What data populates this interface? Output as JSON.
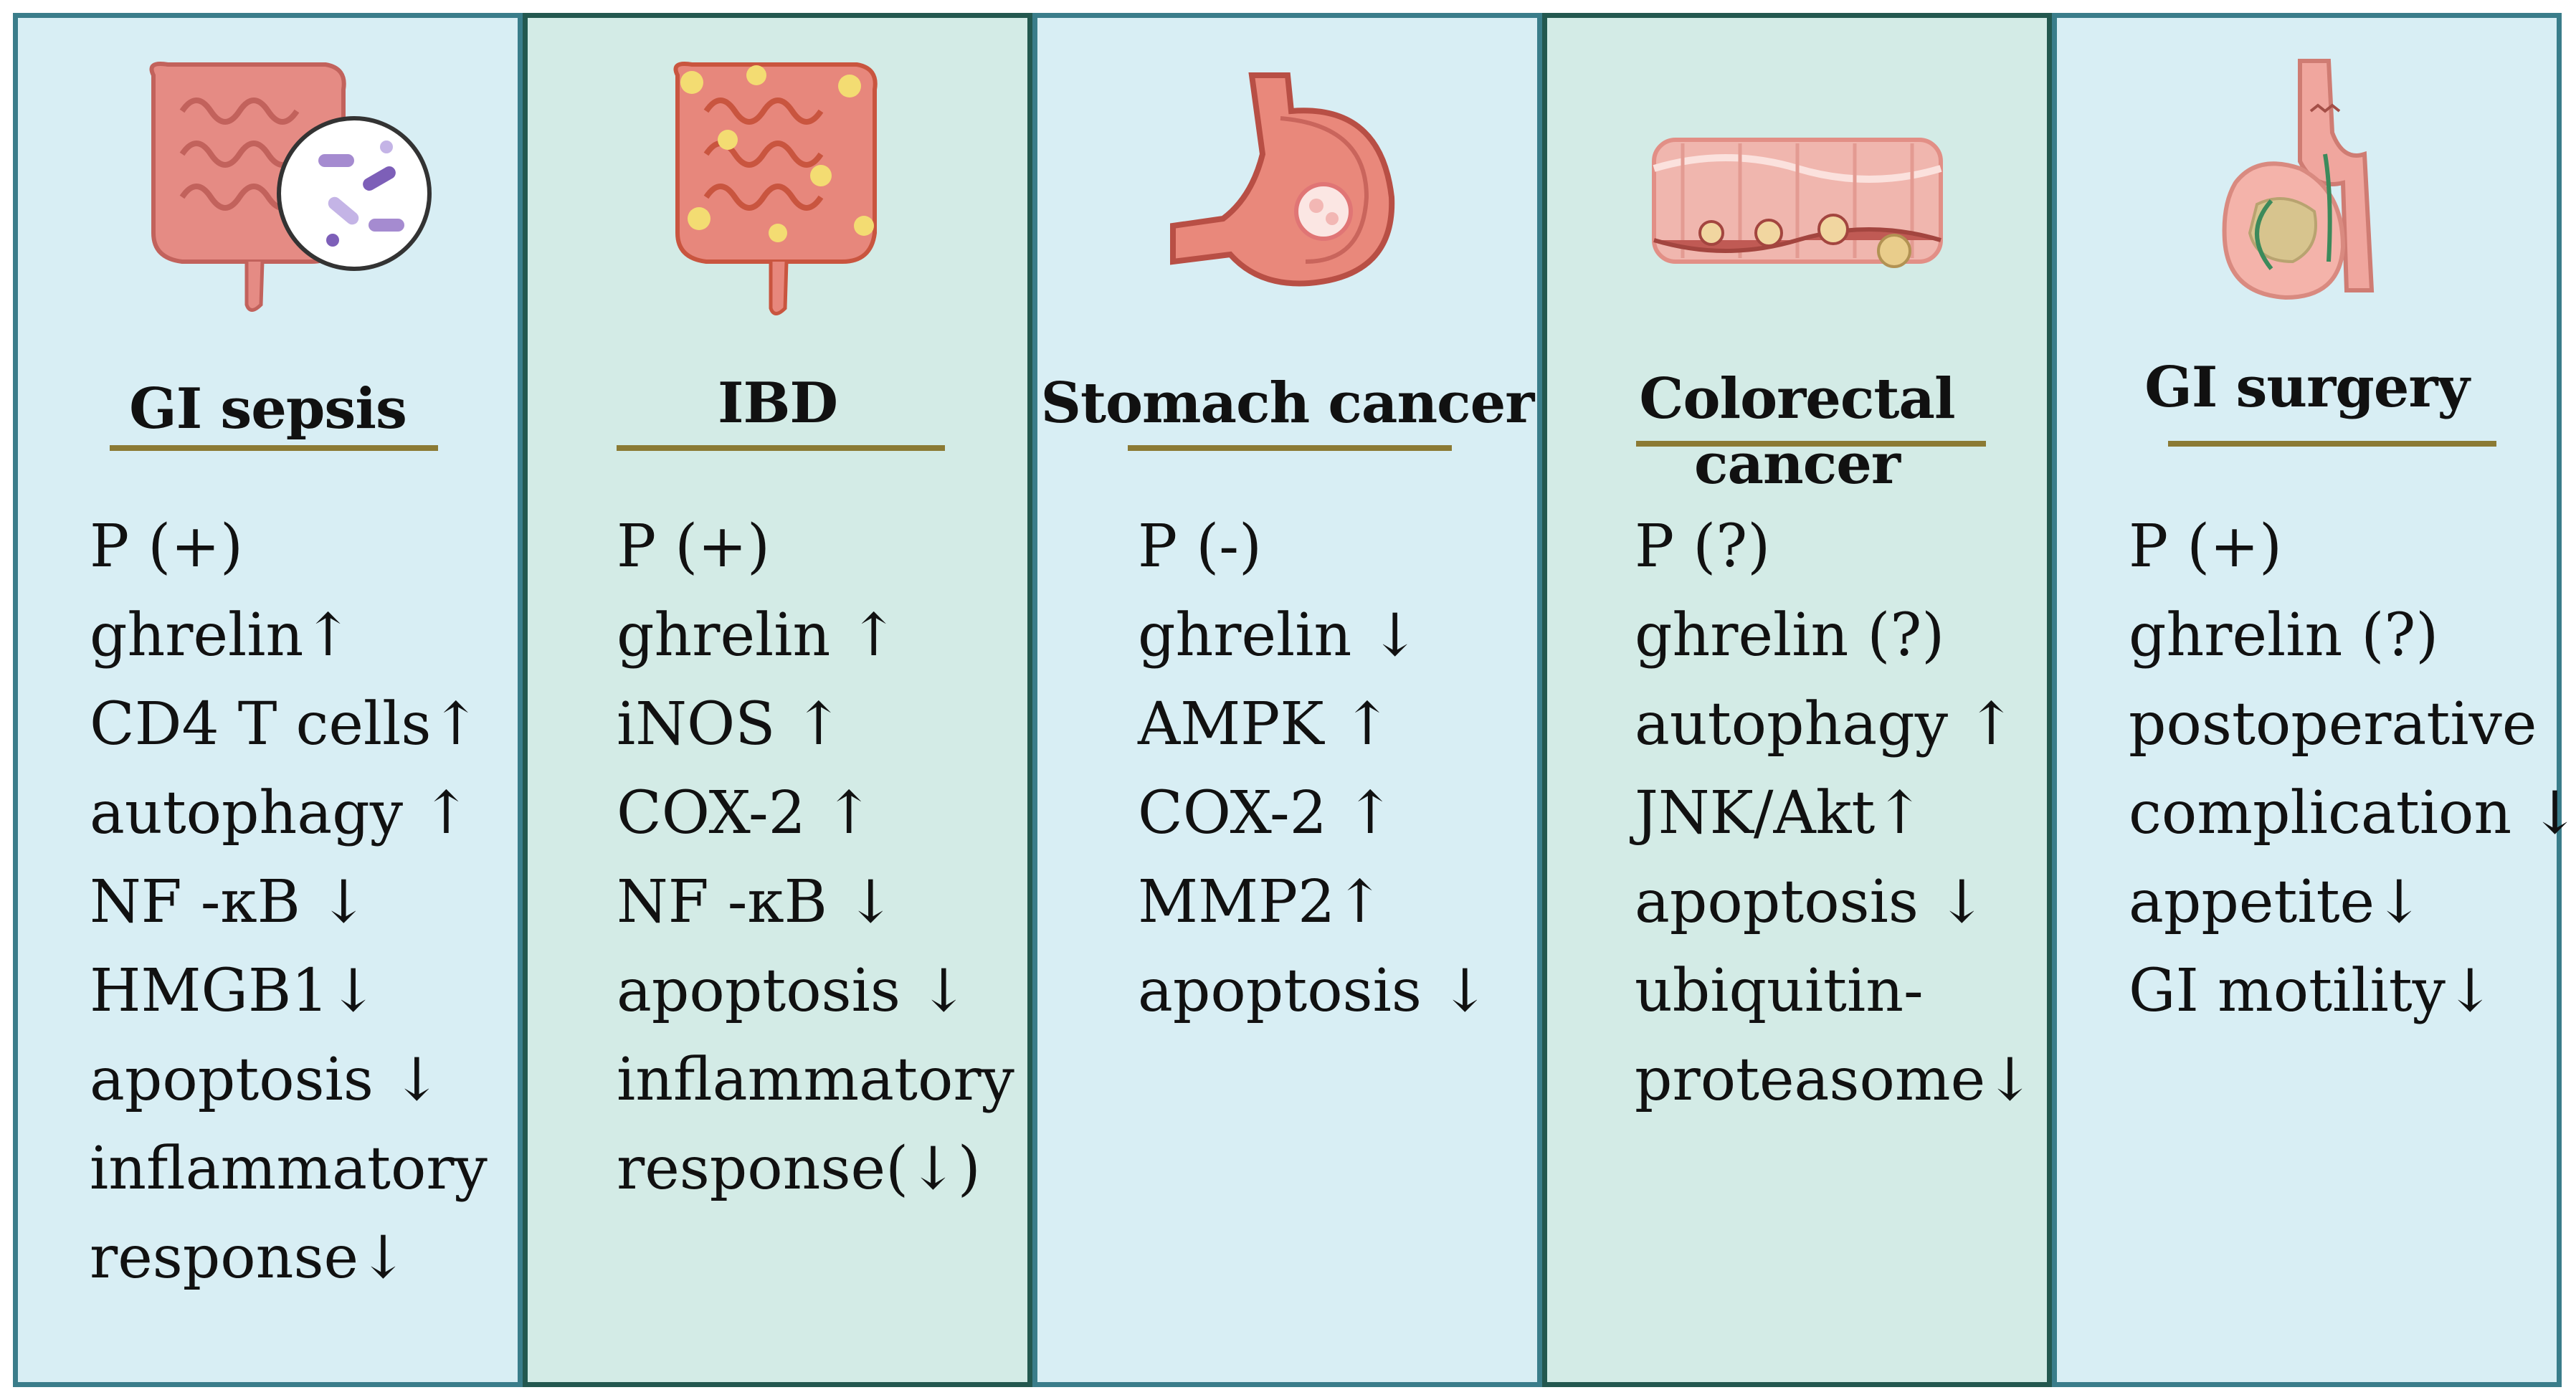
{
  "panels": [
    {
      "title": "GI sepsis",
      "items": [
        "P (+)",
        "ghrelin↑",
        "CD4 T cells↑",
        "autophagy ↑",
        "NF -κB ↓",
        "HMGB1↓",
        "apoptosis ↓",
        "inflammatory",
        "response↓"
      ]
    },
    {
      "title": "IBD",
      "items": [
        "P (+)",
        "ghrelin ↑",
        "iNOS ↑",
        "COX-2 ↑",
        "NF -κB ↓",
        "apoptosis ↓",
        "inflammatory",
        "response(↓)"
      ]
    },
    {
      "title": "Stomach cancer",
      "items": [
        "P (-)",
        "ghrelin ↓",
        "AMPK ↑",
        "COX-2 ↑",
        "MMP2↑",
        "apoptosis ↓"
      ]
    },
    {
      "title": "Colorectal cancer",
      "items": [
        "P (?)",
        "ghrelin (?)",
        "autophagy ↑",
        "JNK/Akt↑",
        "apoptosis ↓",
        "ubiquitin-",
        "proteasome↓"
      ]
    },
    {
      "title": "GI surgery",
      "items": [
        "P (+)",
        "ghrelin (?)",
        "postoperative",
        "complication ↓",
        "appetite↓",
        "GI motility↓"
      ]
    }
  ],
  "colors": {
    "panel_light": "#d8eef4",
    "panel_green": "#d3ebe6",
    "border": "#2d6a6d",
    "title_rule": "#8b7a34"
  },
  "icons": [
    "intestine-bacteria-icon",
    "inflamed-intestine-icon",
    "stomach-tumor-icon",
    "colon-polyp-icon",
    "gastric-bypass-icon"
  ]
}
